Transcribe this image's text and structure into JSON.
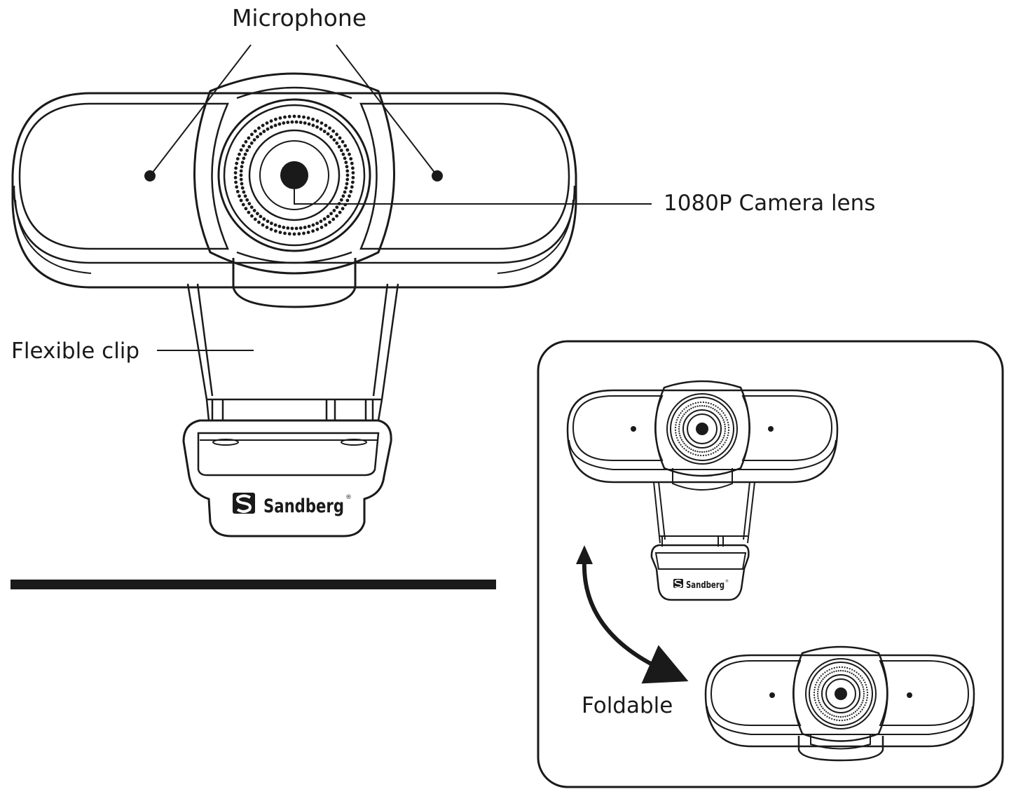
{
  "labels": {
    "microphone": "Microphone",
    "camera_lens": "1080P Camera lens",
    "flexible_clip": "Flexible clip",
    "foldable": "Foldable"
  },
  "brand": {
    "name": "Sandberg",
    "registered_mark": "®"
  },
  "icons": [
    "sandberg-logo-icon",
    "fold-arrow-icon"
  ],
  "colors": {
    "ink": "#1a1a1a",
    "background": "#ffffff"
  }
}
